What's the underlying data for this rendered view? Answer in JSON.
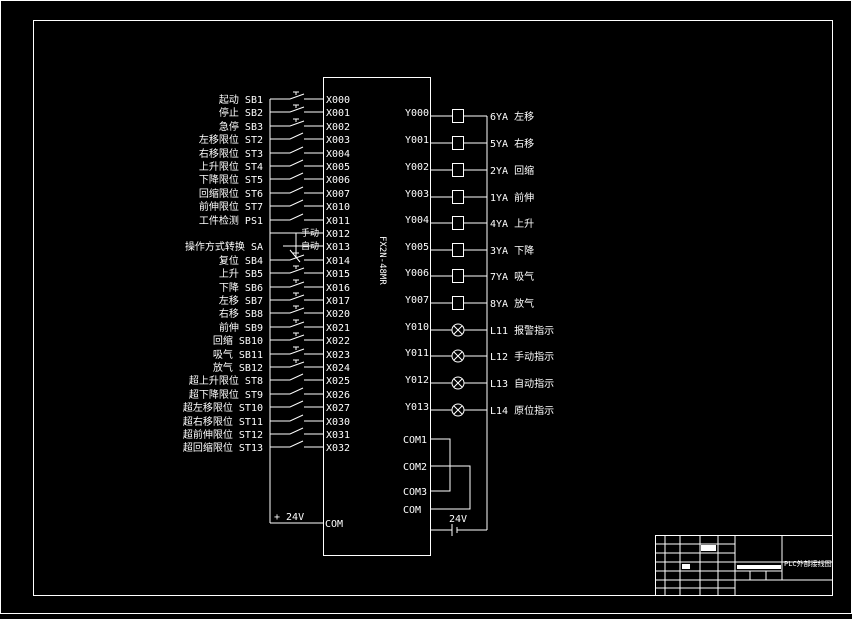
{
  "title_block": {
    "caption": "PLC外部接线图"
  },
  "plc": {
    "model": "FX2N-48MR",
    "supply_label": "+ 24V",
    "com_label": "COM",
    "out_supply_label": "24V"
  },
  "mode_switch": {
    "manual": "手动",
    "auto": "自动"
  },
  "inputs": [
    {
      "label": "起动 SB1",
      "port": "X000",
      "type": "button"
    },
    {
      "label": "停止 SB2",
      "port": "X001",
      "type": "button"
    },
    {
      "label": "急停 SB3",
      "port": "X002",
      "type": "button"
    },
    {
      "label": "左移限位 ST2",
      "port": "X003",
      "type": "limit"
    },
    {
      "label": "右移限位 ST3",
      "port": "X004",
      "type": "limit"
    },
    {
      "label": "上升限位 ST4",
      "port": "X005",
      "type": "limit"
    },
    {
      "label": "下降限位 ST5",
      "port": "X006",
      "type": "limit"
    },
    {
      "label": "回缩限位 ST6",
      "port": "X007",
      "type": "limit"
    },
    {
      "label": "前伸限位 ST7",
      "port": "X010",
      "type": "limit"
    },
    {
      "label": "工件检测 PS1",
      "port": "X011",
      "type": "limit"
    },
    {
      "label": "",
      "port": "X012",
      "type": "none"
    },
    {
      "label": "操作方式转换 SA",
      "port": "X013",
      "type": "none"
    },
    {
      "label": "复位 SB4",
      "port": "X014",
      "type": "button"
    },
    {
      "label": "上升 SB5",
      "port": "X015",
      "type": "button"
    },
    {
      "label": "下降 SB6",
      "port": "X016",
      "type": "button"
    },
    {
      "label": "左移 SB7",
      "port": "X017",
      "type": "button"
    },
    {
      "label": "右移 SB8",
      "port": "X020",
      "type": "button"
    },
    {
      "label": "前伸 SB9",
      "port": "X021",
      "type": "button"
    },
    {
      "label": "回缩 SB10",
      "port": "X022",
      "type": "button"
    },
    {
      "label": "吸气 SB11",
      "port": "X023",
      "type": "button"
    },
    {
      "label": "放气 SB12",
      "port": "X024",
      "type": "button"
    },
    {
      "label": "超上升限位 ST8",
      "port": "X025",
      "type": "limit"
    },
    {
      "label": "超下降限位 ST9",
      "port": "X026",
      "type": "limit"
    },
    {
      "label": "超左移限位 ST10",
      "port": "X027",
      "type": "limit"
    },
    {
      "label": "超右移限位 ST11",
      "port": "X030",
      "type": "limit"
    },
    {
      "label": "超前伸限位 ST12",
      "port": "X031",
      "type": "limit"
    },
    {
      "label": "超回缩限位 ST13",
      "port": "X032",
      "type": "limit"
    }
  ],
  "outputs": [
    {
      "port": "Y000",
      "label": "6YA 左移",
      "type": "coil"
    },
    {
      "port": "Y001",
      "label": "5YA 右移",
      "type": "coil"
    },
    {
      "port": "Y002",
      "label": "2YA 回缩",
      "type": "coil"
    },
    {
      "port": "Y003",
      "label": "1YA 前伸",
      "type": "coil"
    },
    {
      "port": "Y004",
      "label": "4YA 上升",
      "type": "coil"
    },
    {
      "port": "Y005",
      "label": "3YA 下降",
      "type": "coil"
    },
    {
      "port": "Y006",
      "label": "7YA 吸气",
      "type": "coil"
    },
    {
      "port": "Y007",
      "label": "8YA 放气",
      "type": "coil"
    },
    {
      "port": "Y010",
      "label": "L11 报警指示",
      "type": "lamp"
    },
    {
      "port": "Y011",
      "label": "L12 手动指示",
      "type": "lamp"
    },
    {
      "port": "Y012",
      "label": "L13 自动指示",
      "type": "lamp"
    },
    {
      "port": "Y013",
      "label": "L14 原位指示",
      "type": "lamp"
    }
  ],
  "commons": [
    "COM1",
    "COM2",
    "COM3",
    "COM"
  ]
}
